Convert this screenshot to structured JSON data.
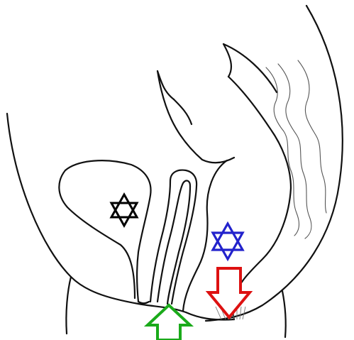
{
  "figure": {
    "markers": [
      {
        "id": "bladder-star",
        "shape": "six-point-star",
        "color": "#000000"
      },
      {
        "id": "rectum-star",
        "shape": "six-point-star",
        "color": "#2222cc"
      }
    ],
    "arrows": [
      {
        "id": "green-arrow",
        "direction": "up",
        "color": "#1aaa1a"
      },
      {
        "id": "red-arrow",
        "direction": "down",
        "color": "#dd1111"
      }
    ]
  }
}
